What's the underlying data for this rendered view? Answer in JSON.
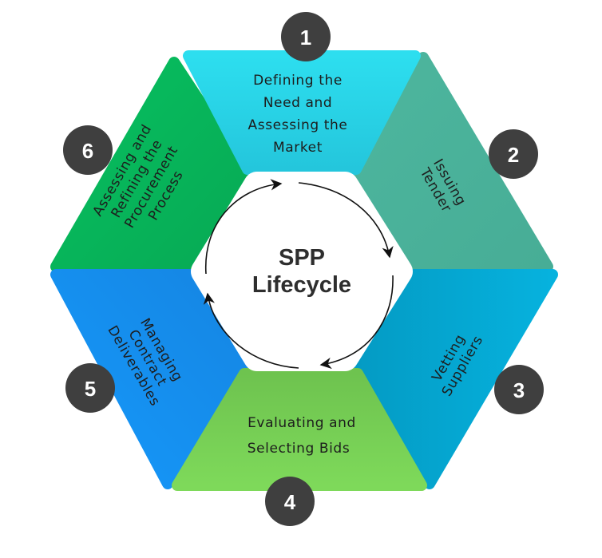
{
  "title": "SPP Lifecycle",
  "center": {
    "line1": "SPP",
    "line2": "Lifecycle"
  },
  "segments": [
    {
      "step": "1",
      "label": "Defining the Need and Assessing the Market",
      "lines": [
        "Defining the",
        "Need and",
        "Assessing the",
        "Market"
      ],
      "color": "#2ad8ec",
      "color_dark": "#27c4da"
    },
    {
      "step": "2",
      "label": "Issuing Tender",
      "lines": [
        "Issuing",
        "Tender"
      ],
      "color": "#4bb59c",
      "color_dark": "#48ab95"
    },
    {
      "step": "3",
      "label": "Vetting Suppliers",
      "lines": [
        "Vetting",
        "Suppliers"
      ],
      "color": "#05aedb",
      "color_dark": "#039cc6"
    },
    {
      "step": "4",
      "label": "Evaluating and Selecting Bids",
      "lines": [
        "Evaluating and",
        "Selecting Bids"
      ],
      "color": "#7dd75a",
      "color_dark": "#6ec34f"
    },
    {
      "step": "5",
      "label": "Managing Contract Deliverables",
      "lines": [
        "Managing",
        "Contract",
        "Deliverables"
      ],
      "color": "#1595f7",
      "color_dark": "#1587e3"
    },
    {
      "step": "6",
      "label": "Assessing and Refining the Procurement Process",
      "lines": [
        "Assessing and",
        "Refining the",
        "Procurement",
        "Process"
      ],
      "color": "#06be5e",
      "color_dark": "#07ab55"
    }
  ],
  "badge_color": "#3f3f3f",
  "cycle_direction": "clockwise"
}
